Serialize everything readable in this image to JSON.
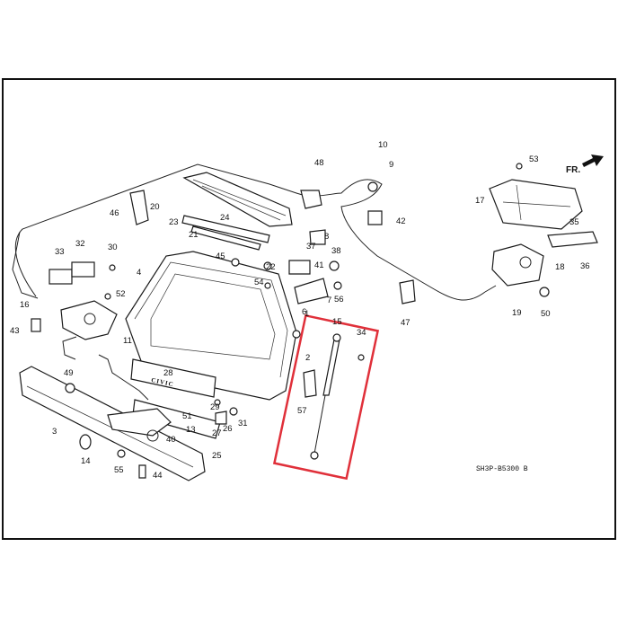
{
  "diagram": {
    "drawing_code": "SH3P-B5300 B",
    "front_arrow_label": "FR.",
    "emblem_text": "CIVIC",
    "highlight_color": "#e0303a",
    "part_labels": [
      "1",
      "2",
      "3",
      "4",
      "6",
      "7",
      "8",
      "9",
      "10",
      "11",
      "13",
      "14",
      "15",
      "16",
      "17",
      "18",
      "19",
      "20",
      "21",
      "22",
      "23",
      "24",
      "25",
      "26",
      "27",
      "28",
      "29",
      "30",
      "31",
      "32",
      "33",
      "34",
      "35",
      "36",
      "37",
      "38",
      "40",
      "41",
      "42",
      "43",
      "44",
      "45",
      "46",
      "47",
      "48",
      "49",
      "50",
      "51",
      "52",
      "53",
      "54",
      "55",
      "56",
      "57"
    ]
  }
}
